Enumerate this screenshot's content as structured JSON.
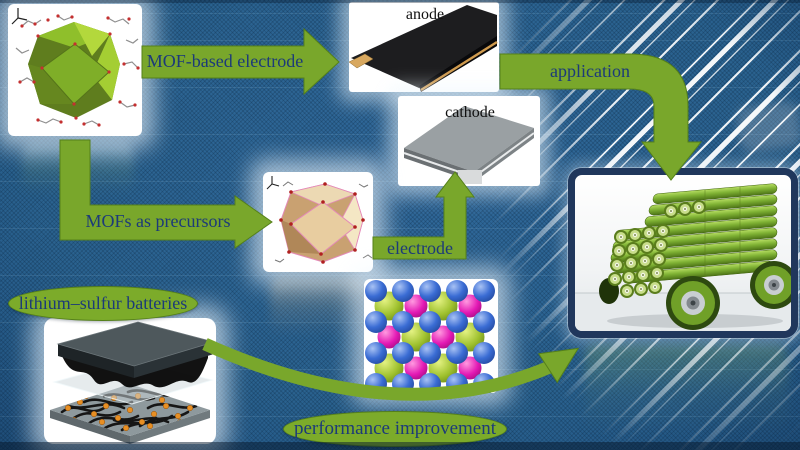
{
  "labels": {
    "mof_based_electrode": "MOF-based electrode",
    "application": "application",
    "mofs_as_precursors": "MOFs as precursors",
    "electrode": "electrode",
    "anode": "anode",
    "cathode": "cathode",
    "lithium_sulfur_batteries": "lithium–sulfur batteries",
    "performance_improvement": "performance improvement"
  },
  "colors": {
    "arrow_green": "#79a72b",
    "arrow_green_dark": "#55801a",
    "ellipse_green": "#7cab2a",
    "label_navy": "#1c3a79",
    "car_frame_navy": "#20375c",
    "streak_white": "#ffffff",
    "background_blue": "#2a628f",
    "background_dark": "#112f4e"
  },
  "figures": {
    "mof_crystal": "mof-crystal-figure",
    "anode": "anode-electrode-figure",
    "cathode": "cathode-electrode-figure",
    "battery_car": "battery-car-figure",
    "derived_octahedron": "mof-derived-octahedron-figure",
    "crystal_lattice": "atomic-lattice-figure",
    "battery_stack": "lithium-sulfur-cell-stack-figure"
  }
}
